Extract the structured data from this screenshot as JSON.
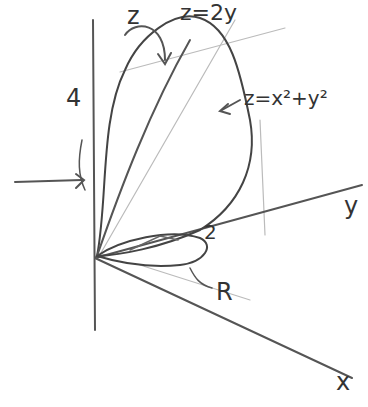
{
  "diagram": {
    "labels": [
      "z",
      "z=2y",
      "4",
      "z=x²+y²",
      "y",
      "2",
      "R",
      "x"
    ]
  }
}
